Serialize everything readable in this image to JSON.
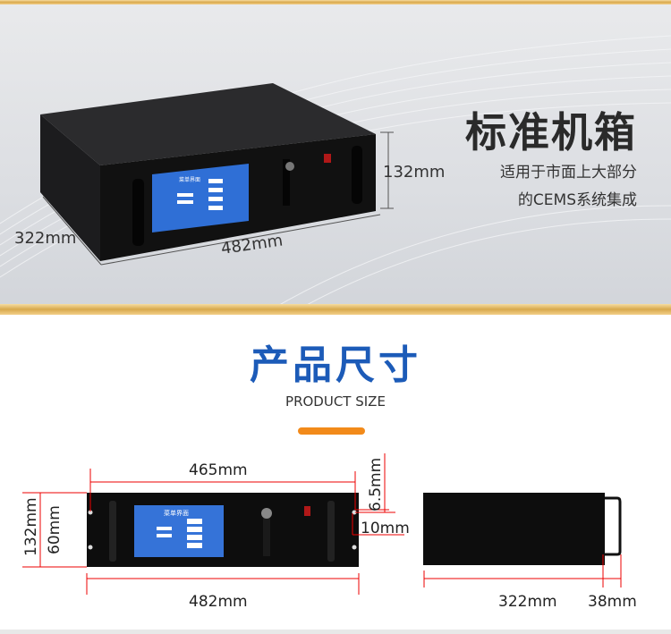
{
  "hero": {
    "heading": "标准机箱",
    "subtitle_line1": "适用于市面上大部分",
    "subtitle_line2": "的CEMS系统集成",
    "dim_height": "132mm",
    "dim_depth": "322mm",
    "dim_width": "482mm",
    "screen_title": "菜单界面"
  },
  "section": {
    "title": "产品尺寸",
    "subtitle": "PRODUCT SIZE",
    "accent_color": "#f28a1a",
    "title_color": "#1c5bb8"
  },
  "front_view": {
    "screen_title": "菜单界面",
    "dim_465": "465mm",
    "dim_6_5": "6.5mm",
    "dim_132": "132mm",
    "dim_60": "60mm",
    "dim_10": "10mm",
    "dim_482": "482mm"
  },
  "side_view": {
    "dim_322": "322mm",
    "dim_38": "38mm"
  }
}
